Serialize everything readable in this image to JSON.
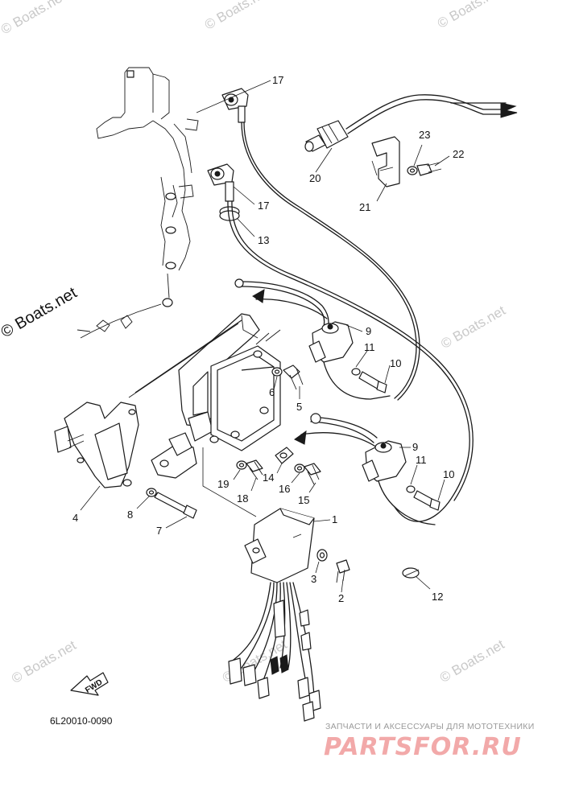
{
  "watermarks": {
    "main": "© Boats.net",
    "faint": "© Boats.net"
  },
  "diagram_code": "6L20010-0090",
  "fwd_label": "FWD",
  "shop": {
    "line": "ЗАПЧАСТИ И АКСЕССУАРЫ ДЛЯ МОТОТЕХНИКИ",
    "logo": "PARTSFOR.RU"
  },
  "callouts": {
    "c1": "1",
    "c2": "2",
    "c3": "3",
    "c4": "4",
    "c5": "5",
    "c6": "6",
    "c7": "7",
    "c8": "8",
    "c9a": "9",
    "c9b": "9",
    "c10a": "10",
    "c10b": "10",
    "c11a": "11",
    "c11b": "11",
    "c12": "12",
    "c13": "13",
    "c14": "14",
    "c15": "15",
    "c16": "16",
    "c17a": "17",
    "c17b": "17",
    "c18": "18",
    "c19": "19",
    "c20": "20",
    "c21": "21",
    "c22": "22",
    "c23": "23"
  },
  "colors": {
    "ink": "#1a1a1a",
    "watermark": "#c9c9c9",
    "shop_logo": "#f2a9a9"
  }
}
